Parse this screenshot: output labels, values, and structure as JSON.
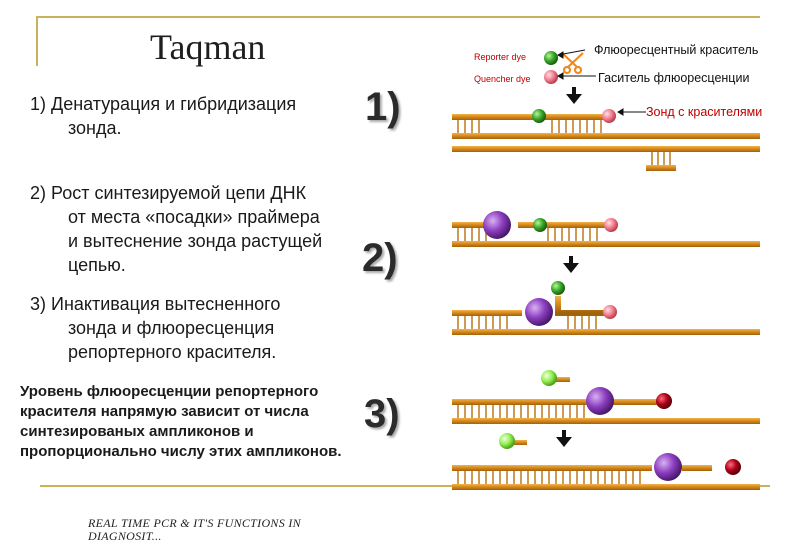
{
  "title": "Taqman",
  "steps": {
    "s1_line1": "1) Денатурация и гибридизация",
    "s1_line2": "зонда.",
    "s2_line1": "2) Рост синтезируемой цепи ДНК",
    "s2_line2": "от места «посадки» праймера",
    "s2_line3": "и вытеснение зонда растущей",
    "s2_line4": "цепью.",
    "s3_line1": "3) Инактивация вытесненного",
    "s3_line2": "зонда и флюоресценция",
    "s3_line3": "репортерного красителя."
  },
  "big_numbers": {
    "n1": "1)",
    "n2": "2)",
    "n3": "3)"
  },
  "note": {
    "line1": "Уровень флюоресценции репортерного",
    "line2": "красителя напрямую зависит от числа",
    "line3": "синтезированых ампликонов и",
    "line4": "пропорционально числу этих ампликонов."
  },
  "footer": {
    "line1": "REAL TIME PCR & IT'S FUNCTIONS IN",
    "line2": "DIAGNOSIT..."
  },
  "diagram": {
    "reporter_label": "Reporter dye",
    "quencher_label": "Quencher dye",
    "legend_fluor": "Флюоресцентный краситель",
    "legend_quencher": "Гаситель флюоресценции",
    "legend_probe": "Зонд с красителями"
  },
  "colors": {
    "strand": "#d58a1c",
    "strand_dark": "#b8700f",
    "reporter": "#2e9a1a",
    "quencher_pink": "#f17a8a",
    "polymerase": "#8a3bb8",
    "quencher_dark": "#b0001a",
    "free_reporter": "#8cf04a"
  }
}
